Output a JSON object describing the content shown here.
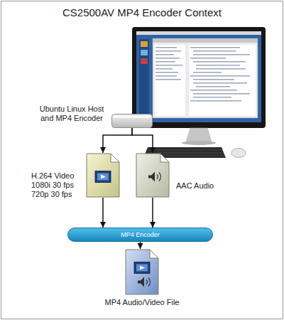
{
  "diagram": {
    "title": "CS2500AV MP4 Encoder Context",
    "nodes": [
      {
        "text": [
          "Ubuntu Linux Host and MP4 Encoder"
        ]
      },
      {
        "text": [
          "H.264 Video 1080i 30 fps 720p 30 fps"
        ]
      },
      {
        "text": [
          "AAC Audio"
        ]
      },
      {
        "text": [
          "MP4 Encoder"
        ]
      },
      {
        "text": [
          "MP4 Audio/Video File"
        ]
      }
    ],
    "edges": [
      {
        "from": 0,
        "to": 1,
        "arrow": "to"
      },
      {
        "from": 0,
        "to": 2,
        "arrow": "to"
      },
      {
        "from": 1,
        "to": 3,
        "arrow": "to"
      },
      {
        "from": 2,
        "to": 3,
        "arrow": "to"
      },
      {
        "from": 3,
        "to": 4,
        "arrow": "to"
      }
    ]
  }
}
